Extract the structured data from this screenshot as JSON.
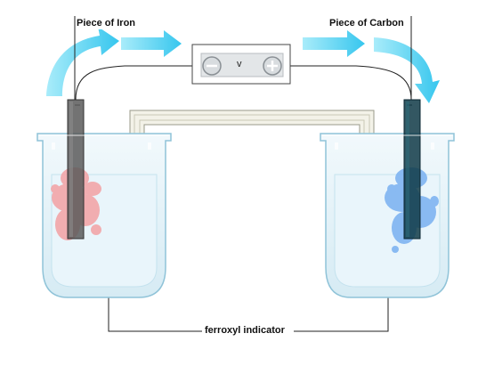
{
  "labels": {
    "iron": "Piece of Iron",
    "carbon": "Piece of Carbon",
    "indicator": "ferroxyl indicator"
  },
  "voltmeter": {
    "unit": "v",
    "negative_icon": "minus-icon",
    "positive_icon": "plus-icon"
  },
  "colors": {
    "arrow": "#4dd0f0",
    "beaker_glass": "#bfe0ee",
    "solution": "#e8f4fa",
    "iron_electrode": "#5a5a5a",
    "carbon_electrode": "#0f3a47",
    "iron_stain": "#f2a6a8",
    "carbon_stain": "#7fb4f2"
  }
}
